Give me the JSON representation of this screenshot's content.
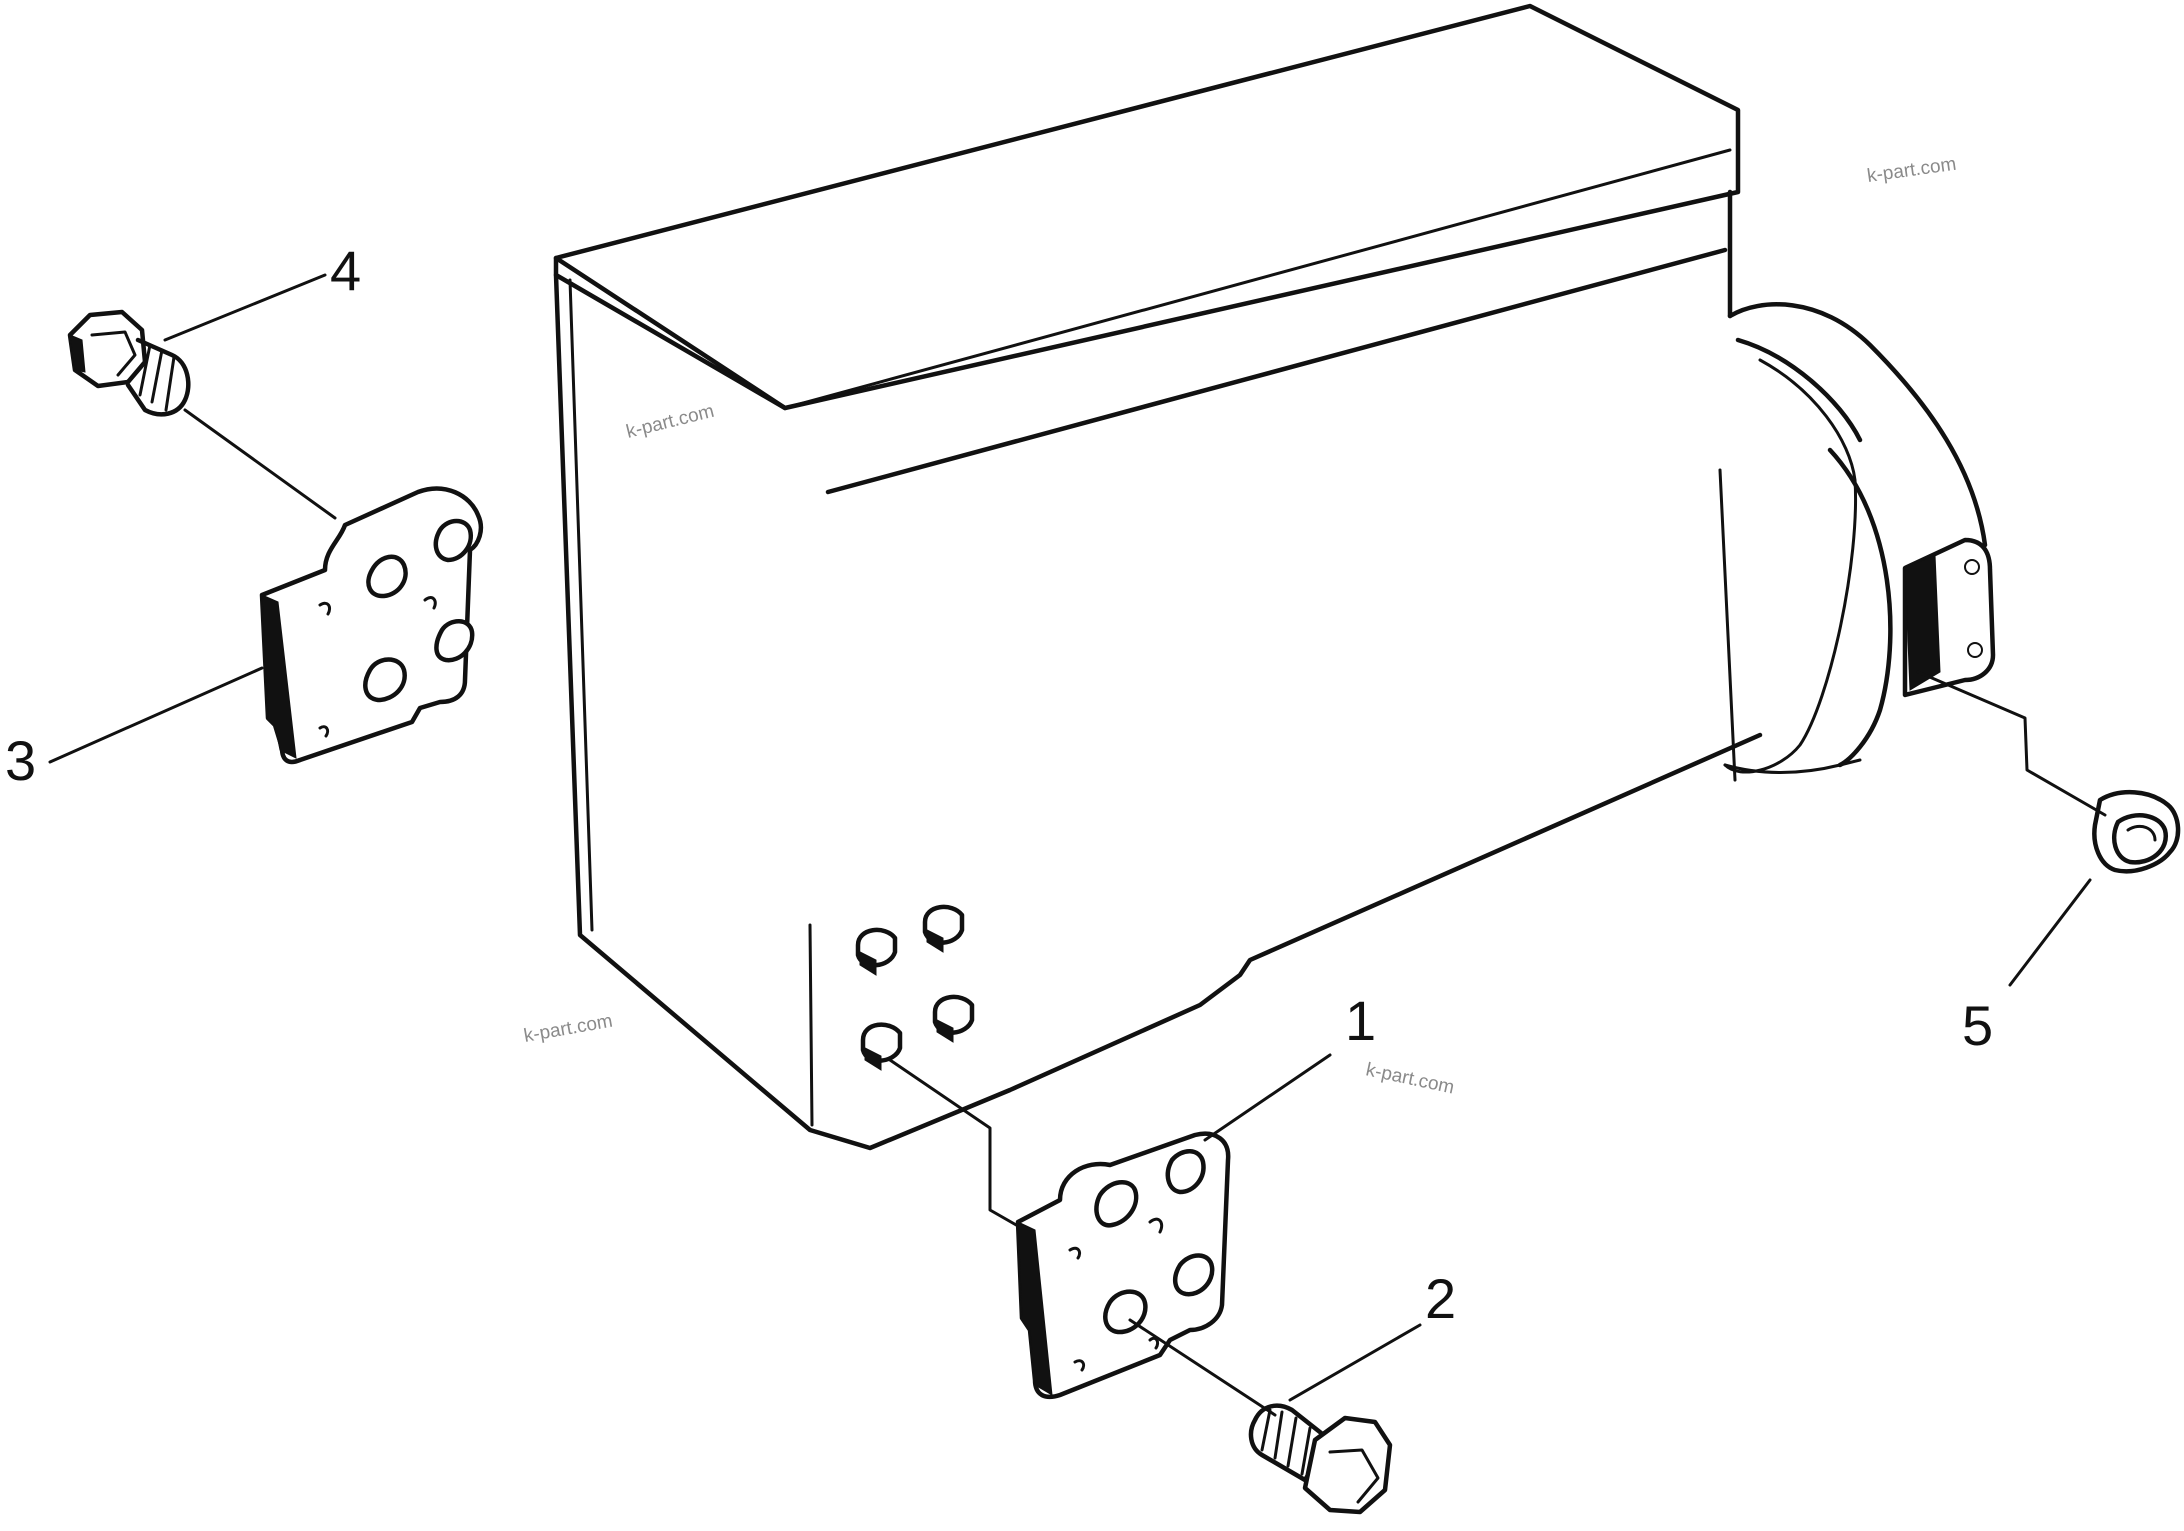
{
  "callouts": {
    "c1": "1",
    "c2": "2",
    "c3": "3",
    "c4": "4",
    "c5": "5"
  },
  "watermarks": {
    "w1": "k-part.com",
    "w2": "k-part.com",
    "w3": "k-part.com",
    "w4": "k-part.com"
  },
  "colors": {
    "line": "#111111",
    "watermark": "#8a8a8a",
    "background": "#ffffff"
  }
}
